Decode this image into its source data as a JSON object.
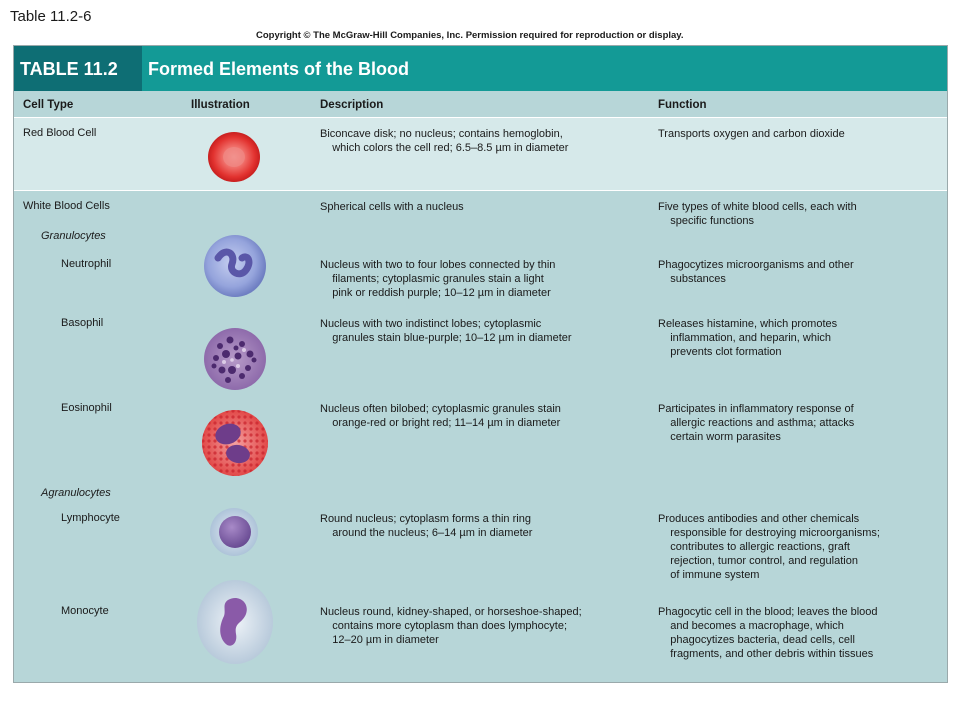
{
  "slide_title": "Table 11.2-6",
  "copyright": "Copyright © The McGraw-Hill Companies, Inc. Permission required for reproduction or display.",
  "table": {
    "number": "TABLE 11.2",
    "title": "Formed Elements of the Blood",
    "headers": {
      "cell_type": "Cell Type",
      "illustration": "Illustration",
      "description": "Description",
      "function": "Function"
    },
    "colors": {
      "banner": "#139a96",
      "banner_number": "#0e6e74",
      "body": "#b7d6d8",
      "highlight_row": "#d6e9ea"
    }
  },
  "rows": {
    "rbc": {
      "type": "Red Blood Cell",
      "icon": "red-blood-cell-icon",
      "description": "Biconcave disk; no nucleus; contains hemoglobin,\n    which colors the cell red; 6.5–8.5 µm in diameter",
      "function": "Transports oxygen and carbon dioxide"
    },
    "wbc": {
      "type": "White Blood Cells",
      "description": "Spherical cells with a nucleus",
      "function": "Five types of white blood cells, each with\n    specific functions"
    },
    "granulocytes": "Granulocytes",
    "neutrophil": {
      "type": "Neutrophil",
      "icon": "neutrophil-icon",
      "description": "Nucleus with two to four lobes connected by thin\n    filaments; cytoplasmic granules stain a light\n    pink or reddish purple; 10–12 µm in diameter",
      "function": "Phagocytizes microorganisms and other\n    substances"
    },
    "basophil": {
      "type": "Basophil",
      "icon": "basophil-icon",
      "description": "Nucleus with two indistinct lobes; cytoplasmic\n    granules stain blue-purple; 10–12 µm in diameter",
      "function": "Releases histamine, which promotes\n    inflammation, and heparin, which\n    prevents clot formation"
    },
    "eosinophil": {
      "type": "Eosinophil",
      "icon": "eosinophil-icon",
      "description": "Nucleus often bilobed; cytoplasmic granules stain\n    orange-red or bright red; 11–14 µm in diameter",
      "function": "Participates in inflammatory response of\n    allergic reactions and asthma; attacks\n    certain worm parasites"
    },
    "agranulocytes": "Agranulocytes",
    "lymphocyte": {
      "type": "Lymphocyte",
      "icon": "lymphocyte-icon",
      "description": "Round nucleus; cytoplasm forms a thin ring\n    around the nucleus; 6–14 µm in diameter",
      "function": "Produces antibodies and other chemicals\n    responsible for destroying microorganisms;\n    contributes to allergic reactions, graft\n    rejection, tumor control, and regulation\n    of immune system"
    },
    "monocyte": {
      "type": "Monocyte",
      "icon": "monocyte-icon",
      "description": "Nucleus round, kidney-shaped, or horseshoe-shaped;\n    contains more cytoplasm than does lymphocyte;\n    12–20 µm in diameter",
      "function": "Phagocytic cell in the blood; leaves the blood\n    and becomes a macrophage, which\n    phagocytizes bacteria, dead cells, cell\n    fragments, and other debris within tissues"
    }
  }
}
